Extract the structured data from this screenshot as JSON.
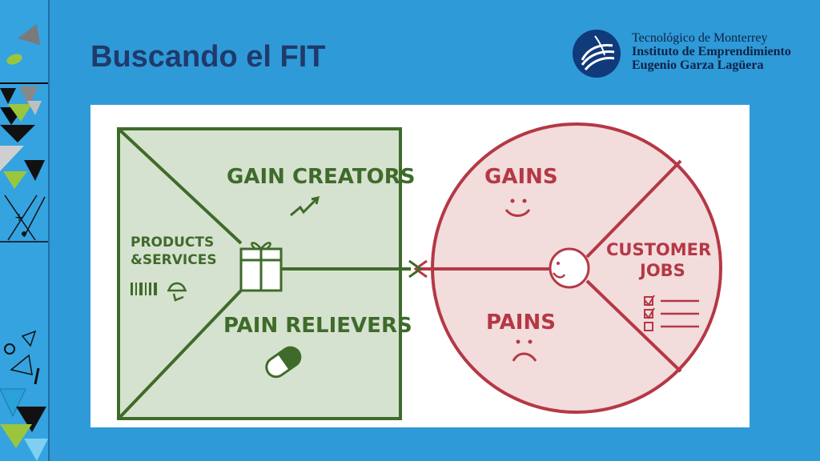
{
  "slide": {
    "title": "Buscando el FIT"
  },
  "logo": {
    "line1": "Tecnológico de Monterrey",
    "line2": "Instituto de Emprendimiento",
    "line3": "Eugenio Garza Lagüera"
  },
  "value_map": {
    "gain_creators": "GAIN CREATORS",
    "products_line1": "PRODUCTS",
    "products_line2": "&SERVICES",
    "pain_relievers": "PAIN RELIEVERS"
  },
  "customer_profile": {
    "gains": "GAINS",
    "pains": "PAINS",
    "jobs_line1": "CUSTOMER",
    "jobs_line2": "JOBS"
  },
  "colors": {
    "background": "#2f9ad8",
    "title": "#1f3a6b",
    "value_map_fill": "#d6e2d0",
    "value_map_stroke": "#3f6b2a",
    "profile_fill": "#f3dcdc",
    "profile_stroke": "#b53845"
  }
}
